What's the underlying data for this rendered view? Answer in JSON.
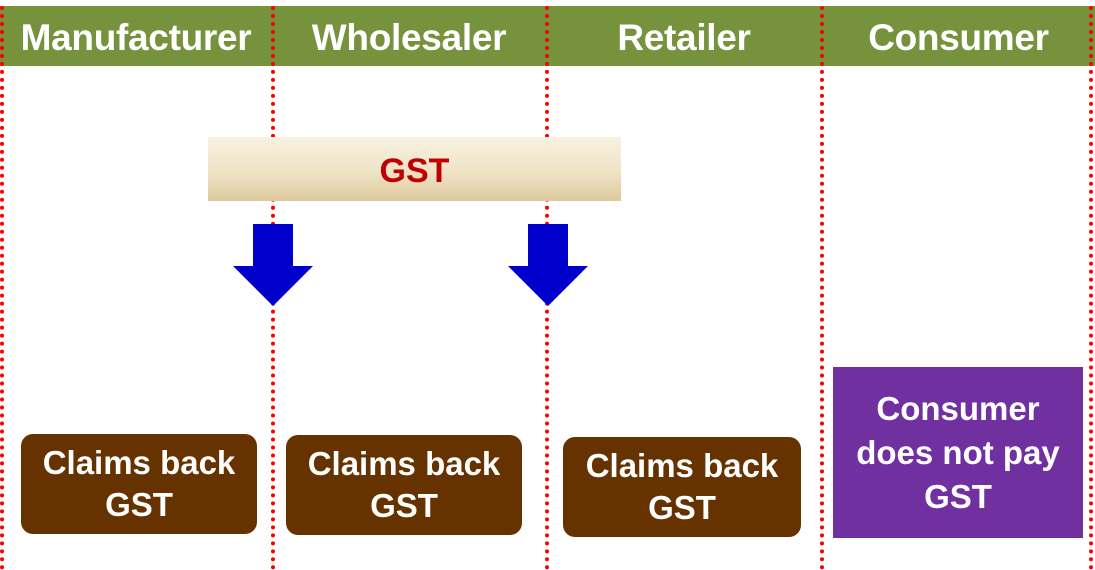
{
  "columns": [
    {
      "label": "Manufacturer"
    },
    {
      "label": "Wholesaler"
    },
    {
      "label": "Retailer"
    },
    {
      "label": "Consumer"
    }
  ],
  "gst_bar": {
    "label": "GST"
  },
  "claims": [
    {
      "text": "Claims back\nGST"
    },
    {
      "text": "Claims back\nGST"
    },
    {
      "text": "Claims back\nGST"
    }
  ],
  "consumer_box": {
    "text": "Consumer\ndoes not pay\nGST"
  },
  "colors": {
    "header": "#76923c",
    "divider": "#ff0000",
    "gst_text": "#c00000",
    "arrow": "#0000cc",
    "claim_box": "#663300",
    "consumer_box": "#7030a0"
  }
}
